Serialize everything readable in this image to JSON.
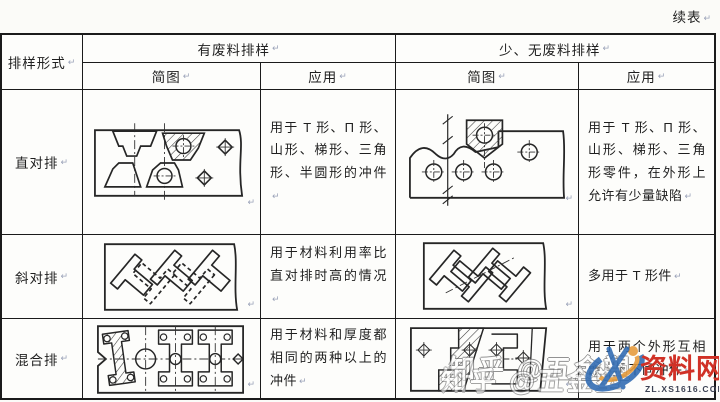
{
  "page": {
    "continued_label": "续表",
    "pilcrow": "↵",
    "background": "#fbfbf8"
  },
  "table": {
    "form_col_header": "排样形式",
    "group_with_waste": "有废料排样",
    "group_no_waste": "少、无废料排样",
    "subcol_diagram": "简图",
    "subcol_application": "应用",
    "rows": [
      {
        "form": "直对排",
        "with_waste_application": "用于 T 形、Π 形、山形、梯形、三角形、半圆形的冲件",
        "no_waste_application": "用于 T 形、Π 形、山形、梯形、三角形零件，在外形上允许有少量缺陷",
        "with_waste_diagram": "strip-straight-opposed-with-waste",
        "no_waste_diagram": "strip-straight-opposed-no-waste"
      },
      {
        "form": "斜对排",
        "with_waste_application": "用于材料利用率比直对排时高的情况",
        "no_waste_application": "多用于 T 形件",
        "with_waste_diagram": "strip-slant-opposed-with-waste",
        "no_waste_diagram": "strip-slant-opposed-no-waste"
      },
      {
        "form": "混合排",
        "with_waste_application": "用于材料和厚度都相同的两种以上的冲件",
        "no_waste_application": "用于两个外形互相嵌入的不同冲件",
        "with_waste_diagram": "strip-mixed-with-waste",
        "no_waste_diagram": "strip-mixed-no-waste"
      }
    ]
  },
  "watermark": {
    "zhihu_text": "知乎 @五金塑",
    "site_name": "资料网",
    "site_url": "ZL.XS1616.COM",
    "logo_blue": "#2e6ab2",
    "logo_orange": "#e69a3a",
    "site_red": "#d03126"
  }
}
